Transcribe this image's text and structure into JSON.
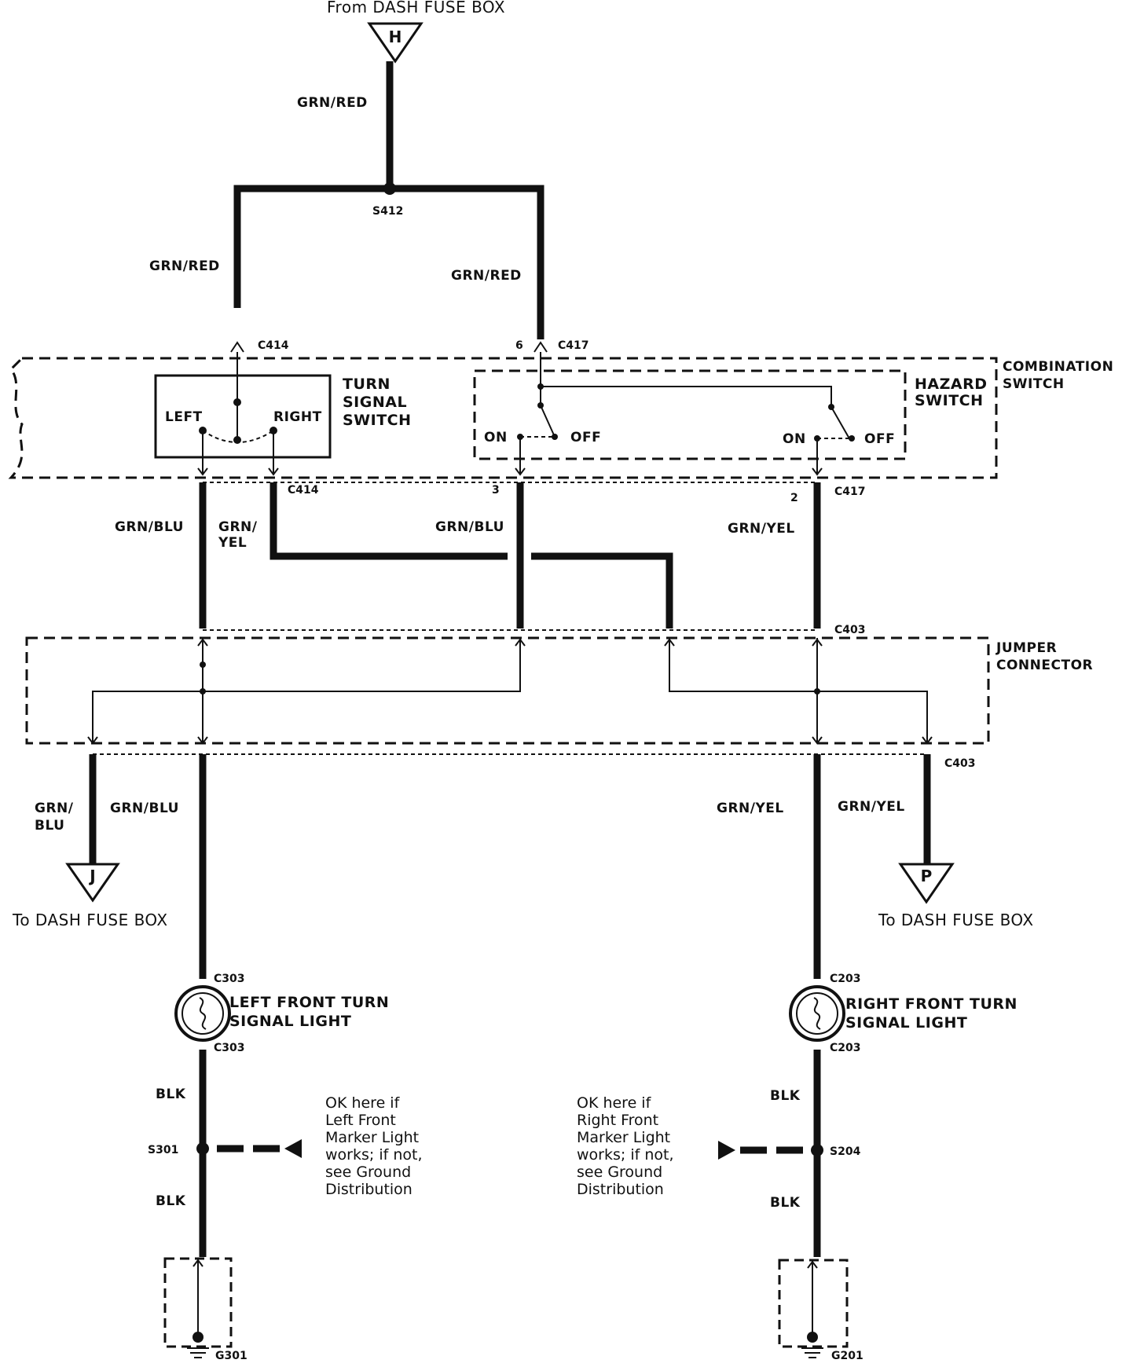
{
  "header": {
    "source_label": "From DASH FUSE BOX",
    "source_connector": "H"
  },
  "wires": {
    "grn_red": "GRN/RED",
    "grn_blu": "GRN/BLU",
    "grn_yel": "GRN/YEL",
    "grn_yel_split": [
      "GRN/",
      "YEL"
    ],
    "grn_blu_split": [
      "GRN/",
      "BLU"
    ],
    "blk": "BLK"
  },
  "splices": {
    "s412": "S412",
    "s301": "S301",
    "s204": "S204"
  },
  "connectors": {
    "c414": "C414",
    "c417": "C417",
    "c403": "C403",
    "c303": "C303",
    "c203": "C203",
    "pin6": "6",
    "pin3": "3",
    "pin2": "2"
  },
  "combination_switch": {
    "label": [
      "COMBINATION",
      "SWITCH"
    ],
    "turn_signal": {
      "label": [
        "TURN",
        "SIGNAL",
        "SWITCH"
      ],
      "left": "LEFT",
      "right": "RIGHT"
    },
    "hazard": {
      "label": [
        "HAZARD",
        "SWITCH"
      ],
      "on": "ON",
      "off": "OFF"
    }
  },
  "jumper_connector": {
    "label": [
      "JUMPER",
      "CONNECTOR"
    ]
  },
  "outputs": {
    "left_dest": "To DASH FUSE BOX",
    "left_connector": "J",
    "right_dest": "To DASH FUSE BOX",
    "right_connector": "P"
  },
  "lights": {
    "left": [
      "LEFT FRONT TURN",
      "SIGNAL LIGHT"
    ],
    "right": [
      "RIGHT FRONT TURN",
      "SIGNAL LIGHT"
    ]
  },
  "notes": {
    "left": [
      "OK here if",
      "Left Front",
      "Marker Light",
      "works; if not,",
      "see Ground",
      "Distribution"
    ],
    "right": [
      "OK here if",
      "Right Front",
      "Marker Light",
      "works; if not,",
      "see Ground",
      "Distribution"
    ]
  },
  "grounds": {
    "left": "G301",
    "right": "G201"
  }
}
